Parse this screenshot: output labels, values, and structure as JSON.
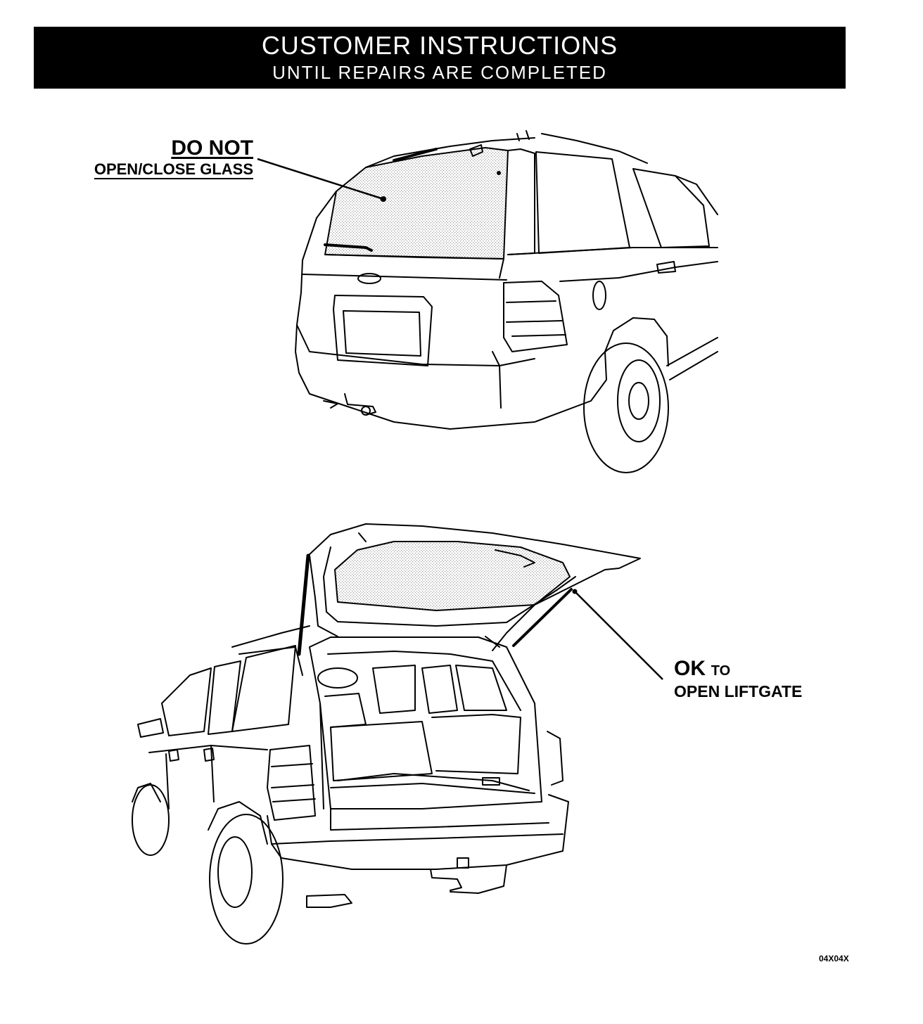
{
  "header": {
    "line1": "CUSTOMER INSTRUCTIONS",
    "line2": "UNTIL REPAIRS ARE COMPLETED"
  },
  "callout_top": {
    "main": "DO NOT",
    "sub": "OPEN/CLOSE GLASS"
  },
  "callout_bottom": {
    "main_strong": "OK",
    "main_small": "TO",
    "sub": "OPEN LIFTGATE"
  },
  "figure_code": "04X04X",
  "colors": {
    "banner_background": "#000000",
    "banner_text": "#ffffff",
    "line_art": "#000000",
    "glass_stipple": "#cfcfcf"
  }
}
